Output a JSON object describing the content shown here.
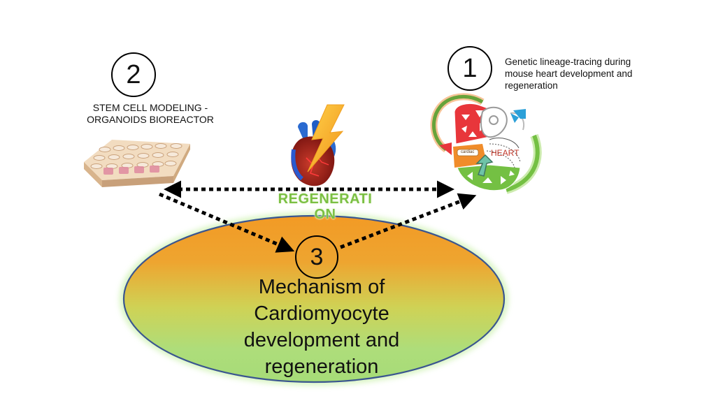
{
  "steps": {
    "one": {
      "number": "1",
      "label_lines": [
        "Genetic lineage-tracing during",
        "mouse heart development and",
        "regeneration"
      ]
    },
    "two": {
      "number": "2",
      "label_lines": [
        "STEM CELL MODELING -",
        "ORGANOIDS BIOREACTOR"
      ]
    },
    "three": {
      "number": "3"
    }
  },
  "center_label": [
    "REGENERATI",
    "ON"
  ],
  "mechanism_lines": [
    "Mechanism of",
    "Cardiomyocyte",
    "development and",
    "regeneration"
  ],
  "heart_cycle": {
    "heart_label": "HEART",
    "small_label": "cardiac"
  },
  "colors": {
    "ellipse_top": "#f0a02a",
    "ellipse_bottom": "#a8dc76",
    "ellipse_border": "#3a5590",
    "regeneration_text": "#7bc043",
    "arrow_red": "#e8363b",
    "arrow_green": "#74c043",
    "arrow_blue": "#2ca0d8",
    "arrow_orange": "#f08c2a"
  },
  "icons": [
    "well-plate-icon",
    "damaged-heart-icon",
    "lightning-icon",
    "heart-cycle-icon"
  ]
}
